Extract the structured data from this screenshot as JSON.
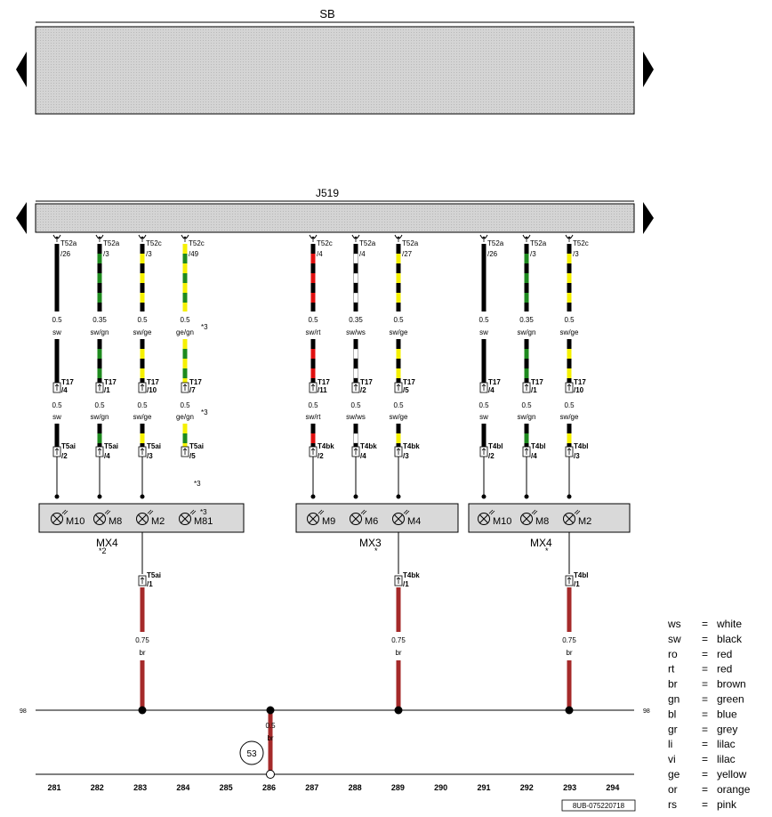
{
  "header_labels": {
    "sb": "SB",
    "j519": "J519"
  },
  "colors": {
    "sw": "#000000",
    "gn": "#1e8a1e",
    "ge": "#f5f000",
    "rt": "#e01010",
    "ws": "#ffffff",
    "br": "#a52a2a",
    "panel": "#d9d9d9",
    "line": "#000000"
  },
  "wires": [
    {
      "id": "w1",
      "conn": "T52a",
      "pin": "/26",
      "size": "0.5",
      "code": "sw",
      "colors": [
        "sw"
      ],
      "t17": "T17",
      "t17pin": "/4",
      "size2": "0.5",
      "code2": "sw",
      "lower": "T5ai",
      "lowerpin": "/2",
      "lamp": "M10"
    },
    {
      "id": "w2",
      "conn": "T52a",
      "pin": "/3",
      "size": "0.35",
      "code": "sw/gn",
      "colors": [
        "sw",
        "gn"
      ],
      "t17": "T17",
      "t17pin": "/1",
      "size2": "0.5",
      "code2": "sw/gn",
      "lower": "T5ai",
      "lowerpin": "/4",
      "lamp": "M8"
    },
    {
      "id": "w3",
      "conn": "T52c",
      "pin": "/3",
      "size": "0.5",
      "code": "sw/ge",
      "colors": [
        "sw",
        "ge"
      ],
      "t17": "T17",
      "t17pin": "/10",
      "size2": "0.5",
      "code2": "sw/ge",
      "lower": "T5ai",
      "lowerpin": "/3",
      "lamp": "M2"
    },
    {
      "id": "w4",
      "conn": "T52c",
      "pin": "/49",
      "size": "0.5",
      "code": "ge/gn",
      "colors": [
        "ge",
        "gn"
      ],
      "t17": "T17",
      "t17pin": "/7",
      "size2": "0.5",
      "code2": "ge/gn",
      "lower": "T5ai",
      "lowerpin": "/5",
      "lamp": "M81",
      "note": "*3"
    },
    {
      "id": "w5",
      "conn": "T52c",
      "pin": "/4",
      "size": "0.5",
      "code": "sw/rt",
      "colors": [
        "sw",
        "rt"
      ],
      "t17": "T17",
      "t17pin": "/11",
      "size2": "0.5",
      "code2": "sw/rt",
      "lower": "T4bk",
      "lowerpin": "/2",
      "lamp": "M9"
    },
    {
      "id": "w6",
      "conn": "T52a",
      "pin": "/4",
      "size": "0.35",
      "code": "sw/ws",
      "colors": [
        "sw",
        "ws"
      ],
      "t17": "T17",
      "t17pin": "/2",
      "size2": "0.5",
      "code2": "sw/ws",
      "lower": "T4bk",
      "lowerpin": "/4",
      "lamp": "M6"
    },
    {
      "id": "w7",
      "conn": "T52a",
      "pin": "/27",
      "size": "0.5",
      "code": "sw/ge",
      "colors": [
        "sw",
        "ge"
      ],
      "t17": "T17",
      "t17pin": "/5",
      "size2": "0.5",
      "code2": "sw/ge",
      "lower": "T4bk",
      "lowerpin": "/3",
      "lamp": "M4"
    },
    {
      "id": "w8",
      "conn": "T52a",
      "pin": "/26",
      "size": "0.5",
      "code": "sw",
      "colors": [
        "sw"
      ],
      "t17": "T17",
      "t17pin": "/4",
      "size2": "0.5",
      "code2": "sw",
      "lower": "T4bl",
      "lowerpin": "/2",
      "lamp": "M10"
    },
    {
      "id": "w9",
      "conn": "T52a",
      "pin": "/3",
      "size": "0.35",
      "code": "sw/gn",
      "colors": [
        "sw",
        "gn"
      ],
      "t17": "T17",
      "t17pin": "/1",
      "size2": "0.5",
      "code2": "sw/gn",
      "lower": "T4bl",
      "lowerpin": "/4",
      "lamp": "M8"
    },
    {
      "id": "w10",
      "conn": "T52c",
      "pin": "/3",
      "size": "0.5",
      "code": "sw/ge",
      "colors": [
        "sw",
        "ge"
      ],
      "t17": "T17",
      "t17pin": "/10",
      "size2": "0.5",
      "code2": "sw/ge",
      "lower": "T4bl",
      "lowerpin": "/3",
      "lamp": "M2"
    }
  ],
  "notes": {
    "star3": "*3",
    "star2": "*2",
    "star": "*"
  },
  "modules": [
    {
      "id": "mx4a",
      "label": "MX4",
      "note": "*2"
    },
    {
      "id": "mx3",
      "label": "MX3",
      "note": "*"
    },
    {
      "id": "mx4b",
      "label": "MX4",
      "note": "*"
    }
  ],
  "ground_wires": [
    {
      "conn": "T5ai",
      "pin": "/1",
      "size": "0.75",
      "code": "br"
    },
    {
      "conn": "T4bk",
      "pin": "/1",
      "size": "0.75",
      "code": "br"
    },
    {
      "conn": "T4bl",
      "pin": "/1",
      "size": "0.75",
      "code": "br"
    }
  ],
  "ground_point": {
    "label": "53",
    "size": "0.5",
    "code": "br"
  },
  "bus_label": "98",
  "columns": [
    "281",
    "282",
    "283",
    "284",
    "285",
    "286",
    "287",
    "288",
    "289",
    "290",
    "291",
    "292",
    "293",
    "294"
  ],
  "legend": [
    {
      "code": "ws",
      "eq": "=",
      "name": "white"
    },
    {
      "code": "sw",
      "eq": "=",
      "name": "black"
    },
    {
      "code": "ro",
      "eq": "=",
      "name": "red"
    },
    {
      "code": "rt",
      "eq": "=",
      "name": "red"
    },
    {
      "code": "br",
      "eq": "=",
      "name": "brown"
    },
    {
      "code": "gn",
      "eq": "=",
      "name": "green"
    },
    {
      "code": "bl",
      "eq": "=",
      "name": "blue"
    },
    {
      "code": "gr",
      "eq": "=",
      "name": "grey"
    },
    {
      "code": "li",
      "eq": "=",
      "name": "lilac"
    },
    {
      "code": "vi",
      "eq": "=",
      "name": "lilac"
    },
    {
      "code": "ge",
      "eq": "=",
      "name": "yellow"
    },
    {
      "code": "or",
      "eq": "=",
      "name": "orange"
    },
    {
      "code": "rs",
      "eq": "=",
      "name": "pink"
    }
  ],
  "doc_code": "8UB-075220718"
}
